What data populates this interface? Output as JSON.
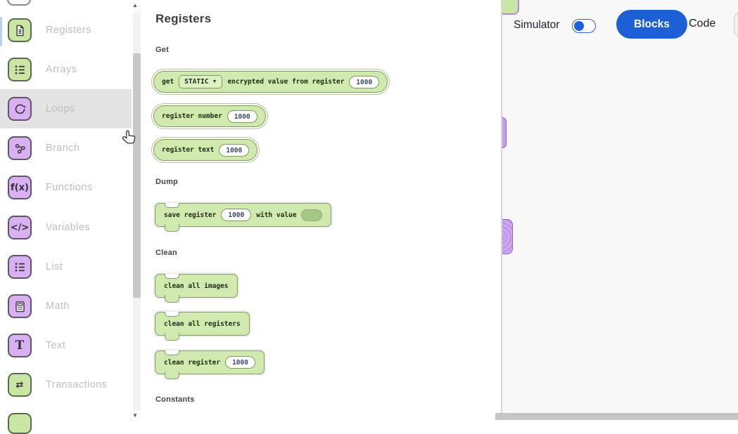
{
  "sidebar": {
    "scroll_up_icon": "▲",
    "scroll_down_icon": "▼",
    "items": [
      {
        "label": "Registers"
      },
      {
        "label": "Arrays"
      },
      {
        "label": "Loops"
      },
      {
        "label": "Branch"
      },
      {
        "label": "Functions"
      },
      {
        "label": "Variables"
      },
      {
        "label": "List"
      },
      {
        "label": "Math"
      },
      {
        "label": "Text"
      },
      {
        "label": "Transactions"
      }
    ],
    "icon_glyphs": {
      "functions": "f(x)",
      "variables": "</>",
      "text": "T",
      "transactions": "⇄"
    }
  },
  "flyout": {
    "title": "Registers",
    "section_get": "Get",
    "section_dump": "Dump",
    "section_clean": "Clean",
    "section_constants": "Constants",
    "blocks": {
      "get_encrypted": {
        "prefix": "get",
        "dropdown_value": "STATIC",
        "dropdown_arrow": "▼",
        "text": "encrypted value from register",
        "value": "1000"
      },
      "register_number": {
        "text": "register number",
        "value": "1000"
      },
      "register_text": {
        "text": "register text",
        "value": "1000"
      },
      "save_register": {
        "text_before": "save register",
        "value": "1000",
        "text_after": "with value"
      },
      "clean_all_images": {
        "text": "clean all images"
      },
      "clean_all_registers": {
        "text": "clean all registers"
      },
      "clean_register": {
        "text": "clean register",
        "value": "1000"
      }
    }
  },
  "workspace": {
    "simulator_label": "Simulator",
    "simulator_on": false,
    "blocks_button_label": "Blocks",
    "code_button_label": "Code"
  },
  "colors": {
    "block_green_fill": "#cfe9ae",
    "block_green_border": "#7e9c5c",
    "icon_green": "#c9e6a5",
    "icon_purple": "#d9b1f2",
    "accent_blue": "#1c5fd6",
    "workspace_bg": "#f8f8f8",
    "highlight_row": "#e3e3e3"
  }
}
